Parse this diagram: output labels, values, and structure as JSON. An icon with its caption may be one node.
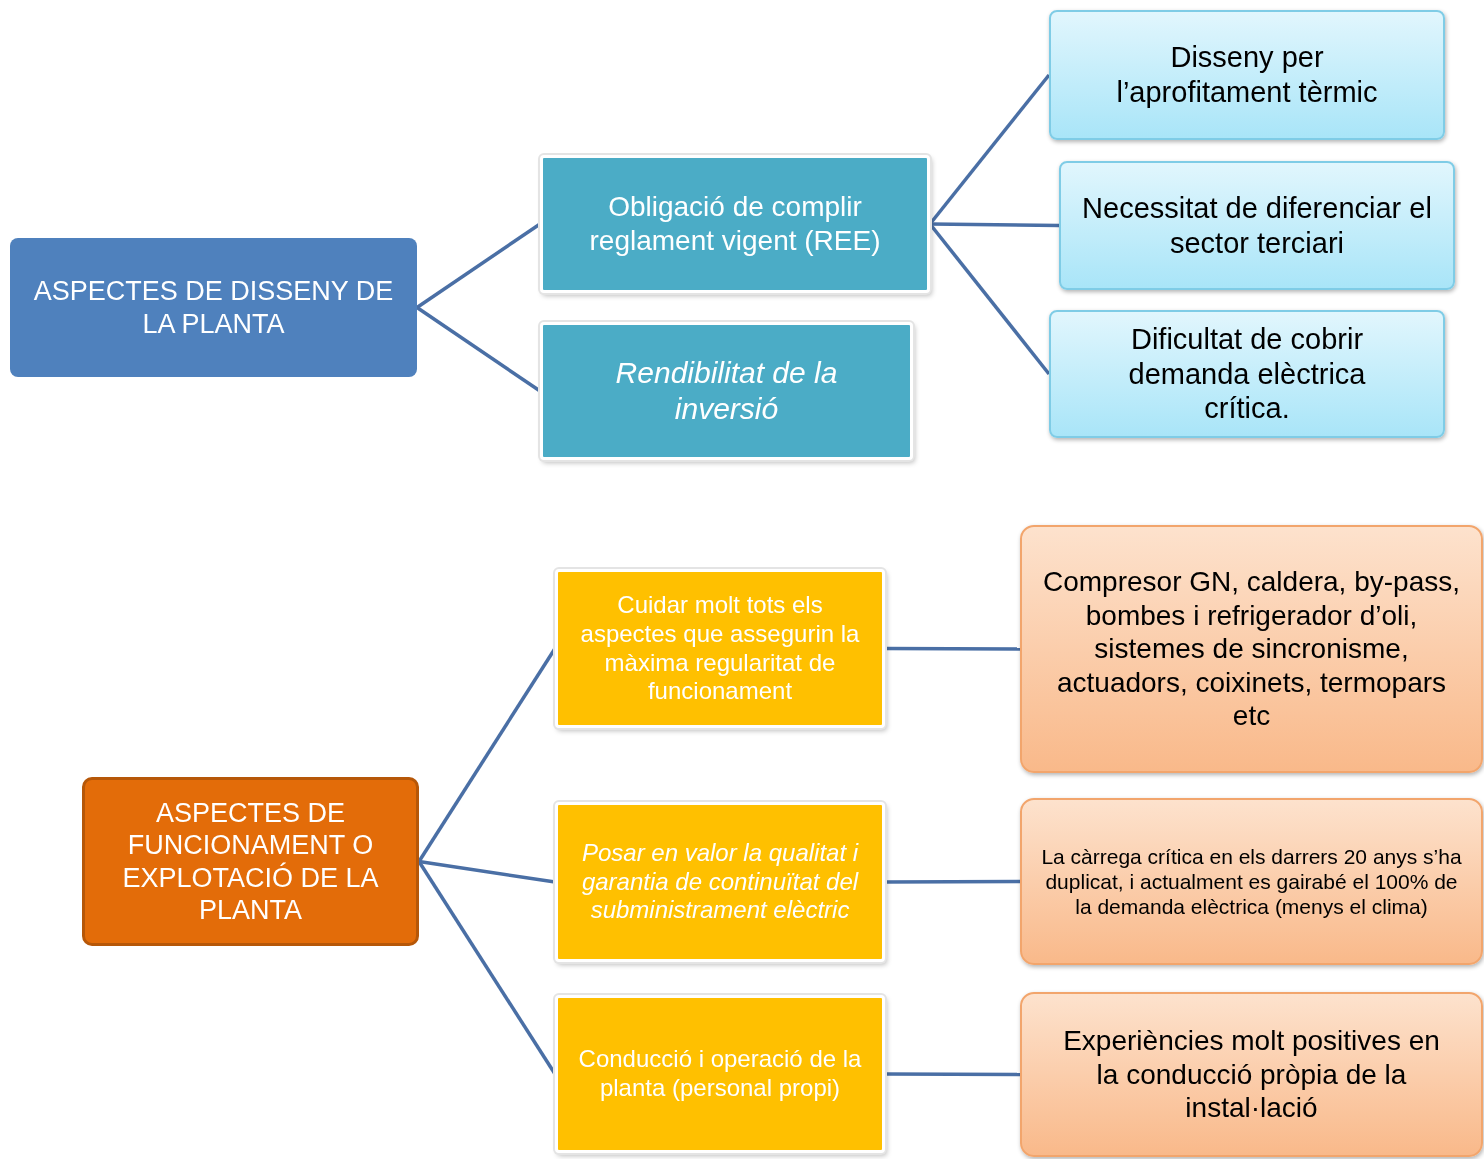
{
  "diagram": {
    "nodes": [
      {
        "text": [
          "ASPECTES DE DISSENY DE LA PLANTA"
        ]
      },
      {
        "text": [
          "Obligació de complir reglament vigent (REE)"
        ]
      },
      {
        "text": [
          "Rendibilitat de la inversió"
        ]
      },
      {
        "text": [
          "Disseny per l’aprofitament tèrmic"
        ]
      },
      {
        "text": [
          "Necessitat de diferenciar el sector terciari"
        ]
      },
      {
        "text": [
          "Dificultat de cobrir demanda elèctrica crítica."
        ]
      },
      {
        "text": [
          "ASPECTES DE FUNCIONAMENT O EXPLOTACIÓ DE LA PLANTA"
        ]
      },
      {
        "text": [
          "Cuidar molt tots els aspectes que assegurin la màxima regularitat de funcionament"
        ]
      },
      {
        "text": [
          "Posar en valor la qualitat i garantia de continuïtat del subministrament elèctric"
        ]
      },
      {
        "text": [
          "Conducció i operació de la planta (personal propi)"
        ]
      },
      {
        "text": [
          "Compresor GN, caldera, by-pass, bombes i refrigerador d’oli, sistemes de sincronisme, actuadors, coixinets, termopars etc"
        ]
      },
      {
        "text": [
          "La càrrega crítica en els darrers 20 anys s’ha duplicat, i actualment es gairabé el 100% de la demanda elèctrica (menys el clima)"
        ]
      },
      {
        "text": [
          "Experiències molt positives en la conducció pròpia de la instal·lació"
        ]
      }
    ],
    "edges": [
      {
        "from": 0,
        "to": 1,
        "arrow": "none"
      },
      {
        "from": 0,
        "to": 2,
        "arrow": "none"
      },
      {
        "from": 1,
        "to": 3,
        "arrow": "none"
      },
      {
        "from": 1,
        "to": 4,
        "arrow": "none"
      },
      {
        "from": 1,
        "to": 5,
        "arrow": "none"
      },
      {
        "from": 6,
        "to": 7,
        "arrow": "none"
      },
      {
        "from": 6,
        "to": 8,
        "arrow": "none"
      },
      {
        "from": 6,
        "to": 9,
        "arrow": "none"
      },
      {
        "from": 7,
        "to": 10,
        "arrow": "none"
      },
      {
        "from": 8,
        "to": 11,
        "arrow": "none"
      },
      {
        "from": 9,
        "to": 12,
        "arrow": "none"
      }
    ]
  }
}
